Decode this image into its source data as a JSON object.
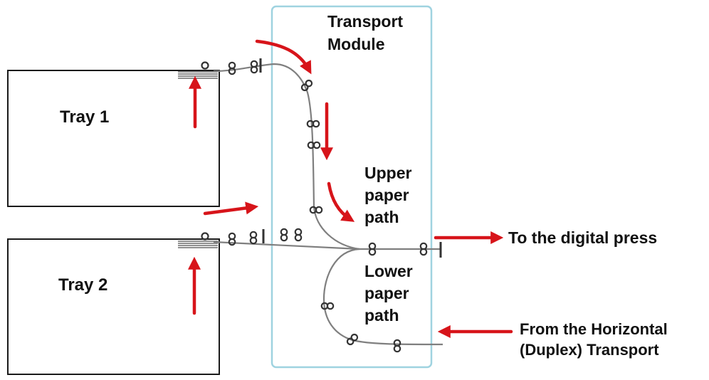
{
  "labels": {
    "tray1": "Tray 1",
    "tray2": "Tray 2",
    "module_line1": "Transport",
    "module_line2": "Module",
    "upper_line1": "Upper",
    "upper_line2": "paper",
    "upper_line3": "path",
    "lower_line1": "Lower",
    "lower_line2": "paper",
    "lower_line3": "path",
    "to_press": "To the digital press",
    "from_line1": "From the Horizontal",
    "from_line2": "(Duplex) Transport"
  },
  "colors": {
    "arrow": "#d7141a",
    "module_border": "#9fd3e0",
    "path": "#7f7f7f",
    "roller": "#333333",
    "outline": "#1a1a1a"
  }
}
